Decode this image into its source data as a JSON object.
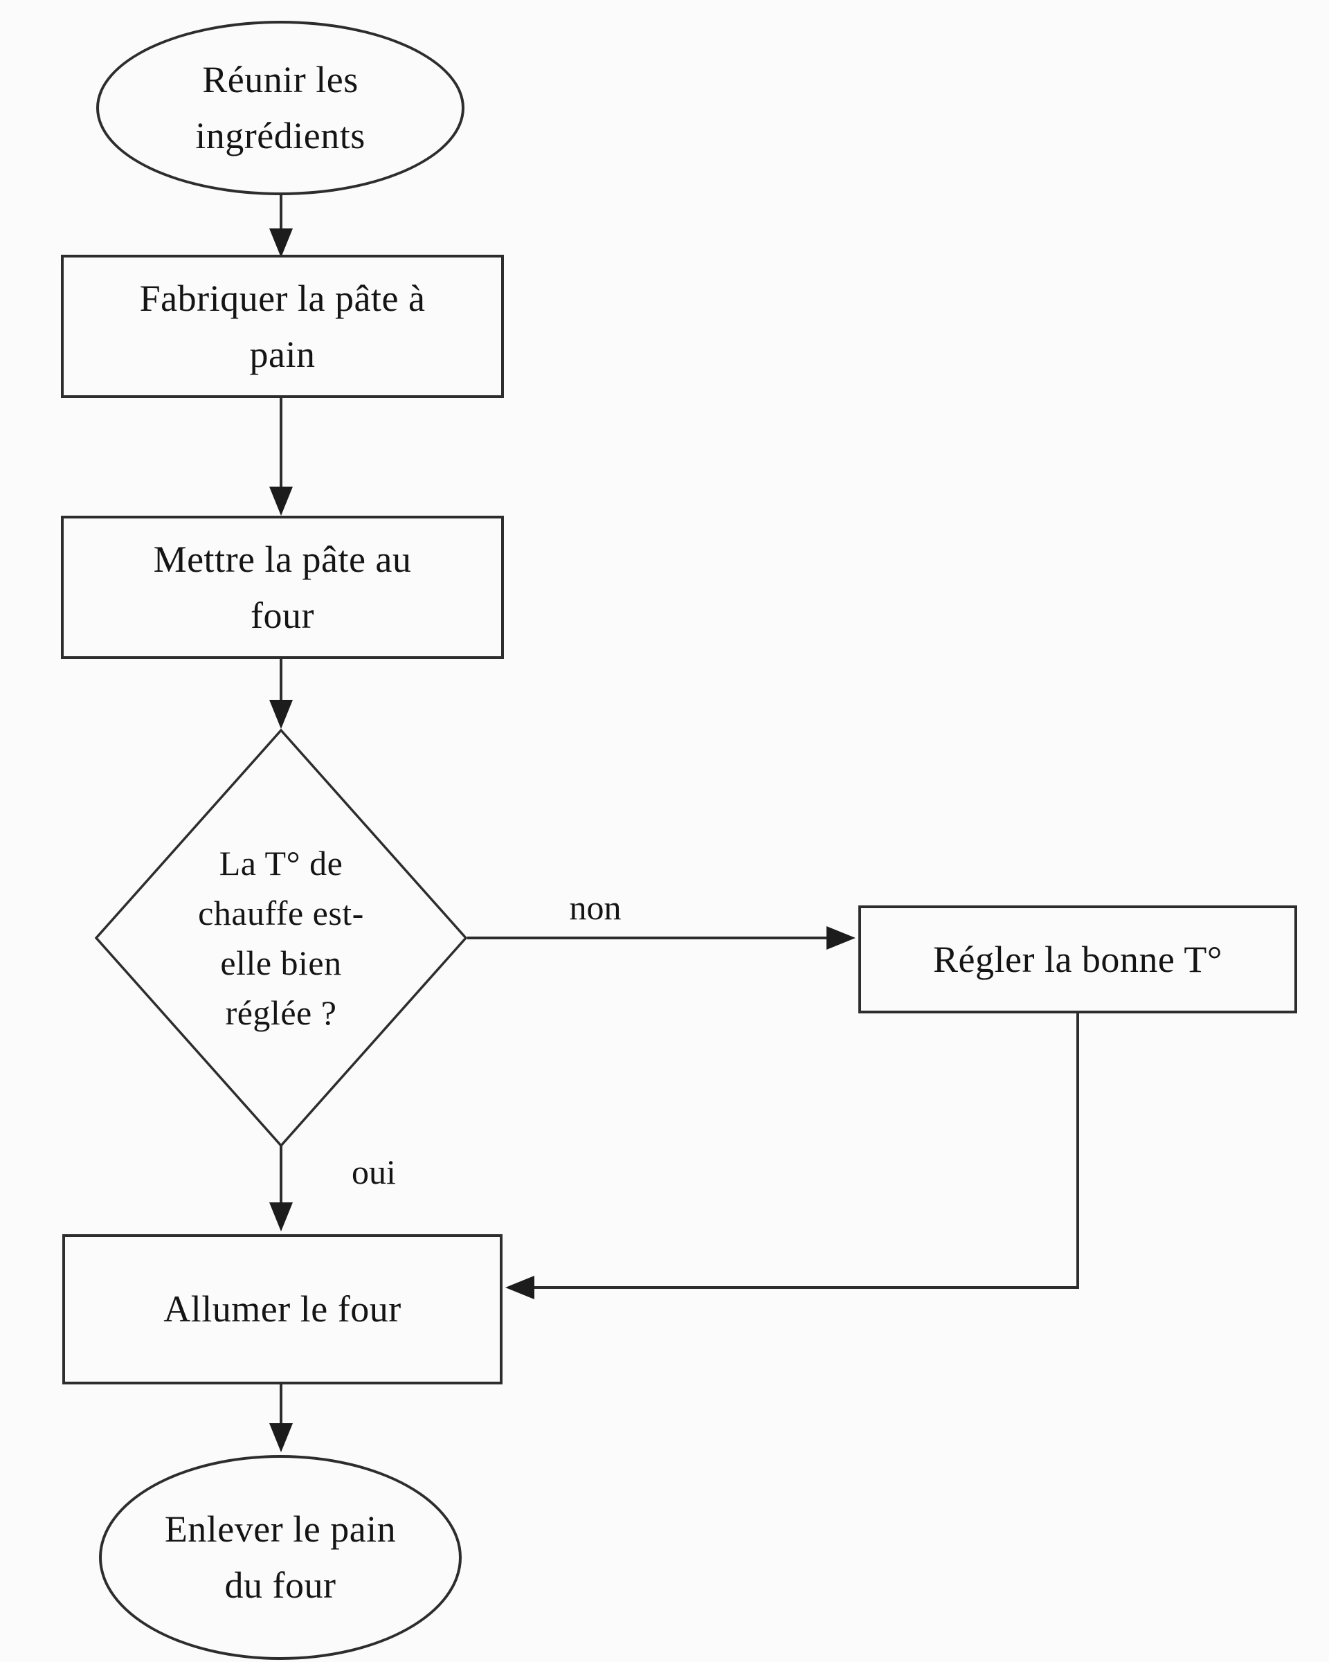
{
  "diagram": {
    "type": "flowchart",
    "language": "fr",
    "colors": {
      "stroke": "#2d2d2d",
      "arrow": "#1c1c1c",
      "text": "#141414",
      "background": "#fbfbfb"
    },
    "nodes": {
      "start": {
        "shape": "terminator-ellipse",
        "label": "Réunir les\ningrédients"
      },
      "make_dough": {
        "shape": "process-rect",
        "label": "Fabriquer la pâte à\npain"
      },
      "dough_in_oven": {
        "shape": "process-rect",
        "label": "Mettre la pâte au\nfour"
      },
      "temp_check": {
        "shape": "decision-diamond",
        "label": "La T° de\nchauffe est-\nelle bien\nréglée ?"
      },
      "set_temp": {
        "shape": "process-rect",
        "label": "Régler la bonne T°"
      },
      "light_oven": {
        "shape": "process-rect",
        "label": "Allumer le four"
      },
      "end": {
        "shape": "terminator-ellipse",
        "label": "Enlever le pain\ndu four"
      }
    },
    "edges": {
      "no_label": "non",
      "yes_label": "oui"
    }
  }
}
